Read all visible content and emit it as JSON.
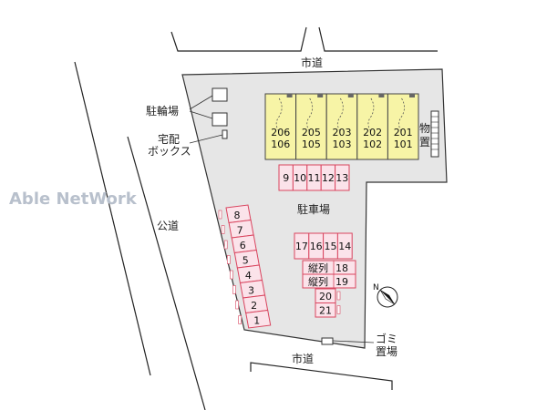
{
  "watermark": "Able NetWork",
  "roads": {
    "top": "市道",
    "bottom": "市道",
    "left": "公道"
  },
  "labels": {
    "bicycle_parking": "駐輪場",
    "delivery_box_line1": "宅配",
    "delivery_box_line2": "ボックス",
    "parking": "駐車場",
    "storage_line1": "物",
    "storage_line2": "置",
    "garbage_line1": "ゴミ",
    "garbage_line2": "置場"
  },
  "units": [
    {
      "upper": "206",
      "lower": "106"
    },
    {
      "upper": "205",
      "lower": "105"
    },
    {
      "upper": "203",
      "lower": "103"
    },
    {
      "upper": "202",
      "lower": "102"
    },
    {
      "upper": "201",
      "lower": "101"
    }
  ],
  "parking_top_row": [
    "9",
    "10",
    "11",
    "12",
    "13"
  ],
  "parking_left_column": [
    "8",
    "7",
    "6",
    "5",
    "4",
    "3",
    "2",
    "1"
  ],
  "parking_mid_row": [
    "17",
    "16",
    "15",
    "14"
  ],
  "tandem_slots": [
    {
      "label": "縦列",
      "number": "18"
    },
    {
      "label": "縦列",
      "number": "19"
    }
  ],
  "parking_bottom": [
    "20",
    "21"
  ],
  "compass": "N",
  "colors": {
    "lot": "#e6e6e6",
    "building": "#f7f4a6",
    "parking_fill": "#fbe3ea",
    "parking_stroke": "#d9455f"
  }
}
